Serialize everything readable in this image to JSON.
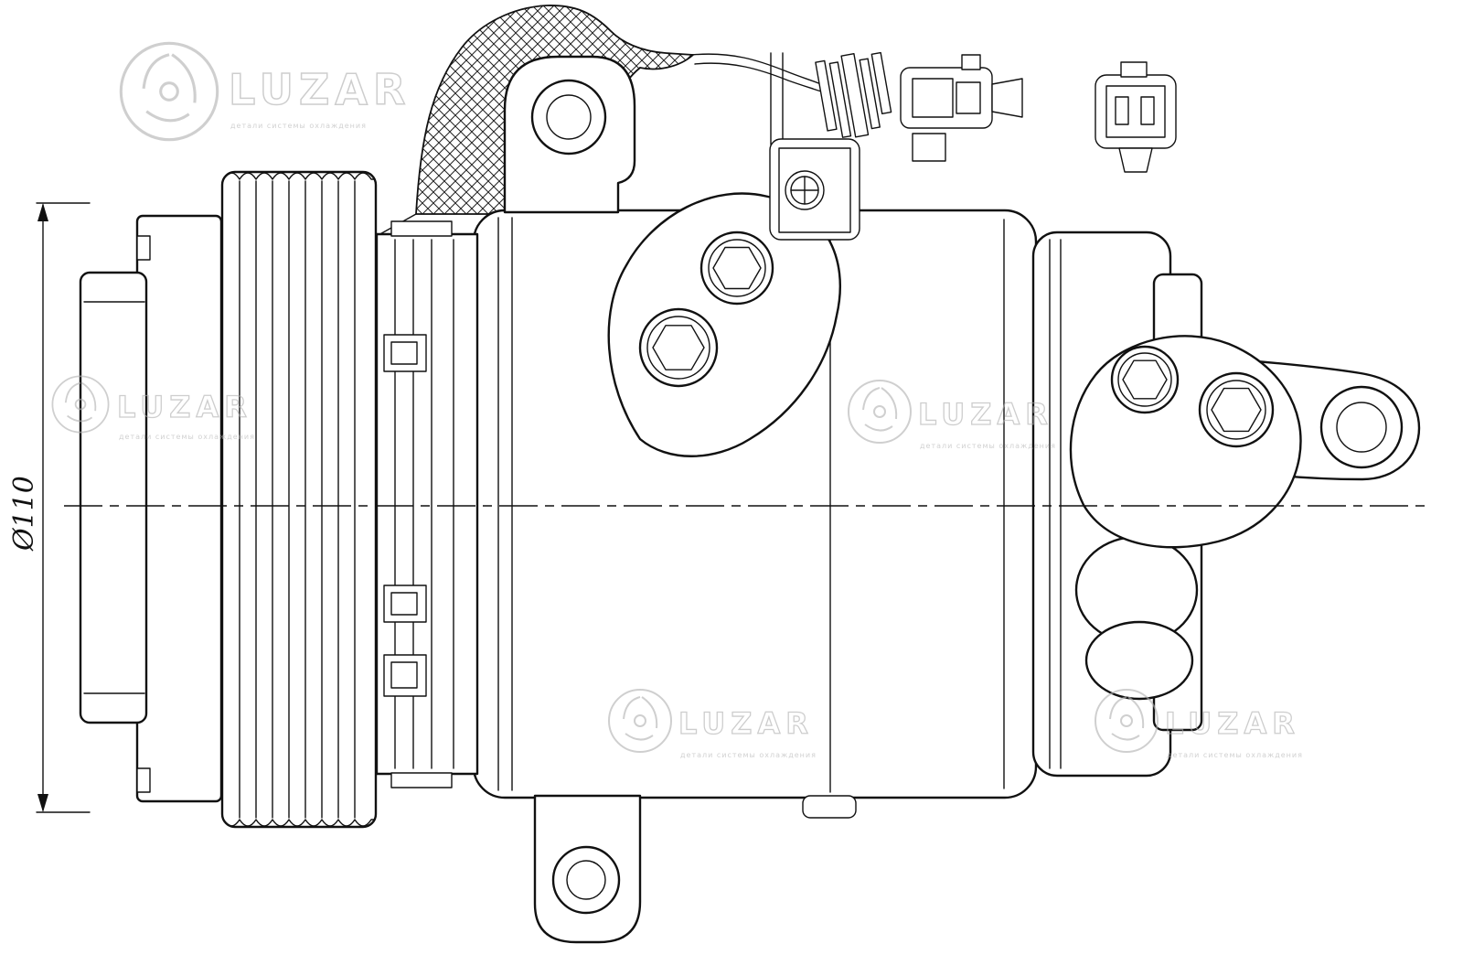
{
  "colors": {
    "line": "#111111",
    "background": "#ffffff",
    "watermark": "#b3b3b3"
  },
  "dimension": {
    "label": "Ø110"
  },
  "watermark": {
    "brand": "LUZAR",
    "tagline": "детали системы охлаждения"
  }
}
